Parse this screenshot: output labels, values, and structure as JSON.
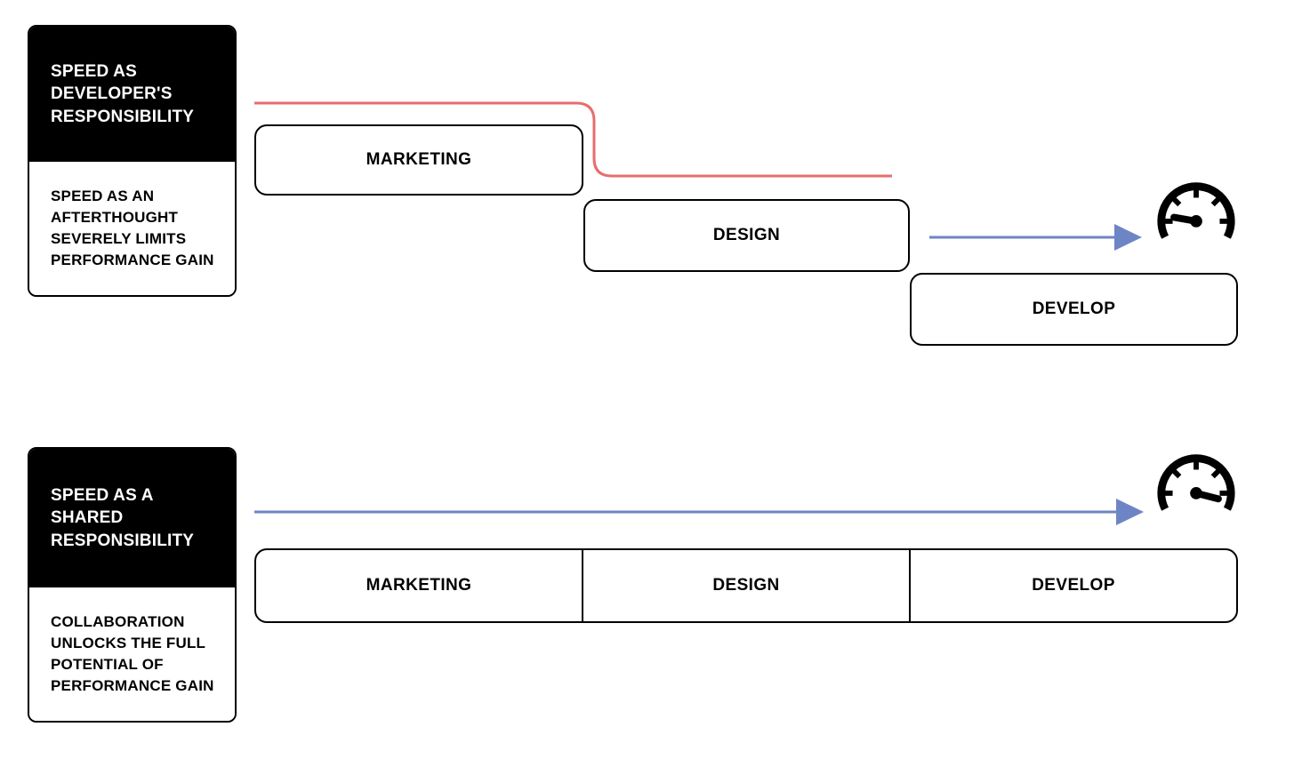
{
  "palette": {
    "accent_red": "#e66e6e",
    "accent_blue": "#6e85c5",
    "ink": "#000000",
    "paper": "#ffffff"
  },
  "waterfall_section": {
    "card": {
      "title": "SPEED AS\nDEVELOPER'S\nRESPONSIBILITY",
      "description": "SPEED AS AN\nAFTERTHOUGHT\nSEVERELY LIMITS\nPERFORMANCE GAIN"
    },
    "stages": [
      {
        "label": "MARKETING"
      },
      {
        "label": "DESIGN"
      },
      {
        "label": "DEVELOP"
      }
    ],
    "speedometer_state": "needle-low"
  },
  "shared_section": {
    "card": {
      "title": "SPEED AS A\nSHARED\nRESPONSIBILITY",
      "description": "COLLABORATION\nUNLOCKS THE FULL\nPOTENTIAL OF\nPERFORMANCE GAIN"
    },
    "stages": [
      {
        "label": "MARKETING"
      },
      {
        "label": "DESIGN"
      },
      {
        "label": "DEVELOP"
      }
    ],
    "speedometer_state": "needle-high"
  }
}
